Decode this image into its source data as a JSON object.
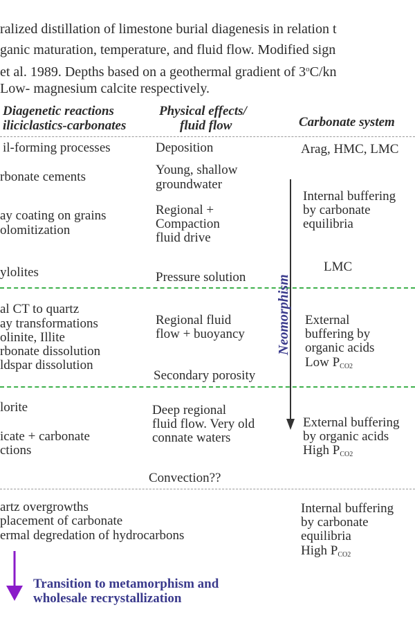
{
  "caption": {
    "line1": "ralized distillation of limestone burial diagenesis in relation t",
    "line2": "ganic maturation, temperature, and fluid flow.  Modified sign",
    "line3a": "et al. 1989. Depths based on a geothermal gradient of 3",
    "line3sup": "o",
    "line3b": "C/kn",
    "line4": "Low- magnesium calcite respectively."
  },
  "headers": {
    "col1_line1": "Diagenetic reactions",
    "col1_line2": "iliciclastics-carbonates",
    "col2_line1": "Physical effects/",
    "col2_line2": "fluid flow",
    "col3": "Carbonate system"
  },
  "col1": {
    "soil": "il-forming processes",
    "carb_cements": "rbonate cements",
    "clay_coating": "ay coating on grains",
    "dolomitization": "olomitization",
    "stylolites": "ylolites",
    "opal": "al CT to quartz",
    "clay_trans": "ay transformations",
    "kaolinite": "olinite, Illite",
    "carb_diss": "rbonate dissolution",
    "feldspar": "ldspar dissolution",
    "chlorite": "lorite",
    "silicate": "icate + carbonate",
    "actions": "ctions",
    "quartz": "artz overgrowths",
    "replacement": "placement of carbonate",
    "thermal": "ermal degredation of hydrocarbons"
  },
  "col2": {
    "deposition": "Deposition",
    "young1": "Young, shallow",
    "young2": "groundwater",
    "regional1": "Regional +",
    "regional2": "Compaction",
    "regional3": "fluid drive",
    "pressure": "Pressure solution",
    "rflow1": "Regional fluid",
    "rflow2": "flow + buoyancy",
    "secondary": "Secondary porosity",
    "deep1": "Deep regional",
    "deep2": "fluid flow. Very old",
    "deep3": "connate waters",
    "convection": "Convection??"
  },
  "col3": {
    "arag": "Arag, HMC, LMC",
    "ib1": "Internal buffering",
    "ib2": "by carbonate",
    "ib3": "equilibria",
    "lmc": "LMC",
    "ext1": "External",
    "ext2": "buffering by",
    "ext3": "organic acids",
    "low": "Low P",
    "low_sub": "CO2",
    "ebuf1": "External buffering",
    "ebuf2": "by organic acids",
    "high": "High P",
    "high_sub": "CO2",
    "ib4": "Internal buffering",
    "ib5": "by carbonate",
    "ib6": "equilibria",
    "high2": "High P",
    "high2_sub": "CO2"
  },
  "neomorphism": "Neomorphism",
  "transition": {
    "line1": "Transition to metamorphism and",
    "line2": "wholesale recrystallization"
  },
  "colors": {
    "green_dash": "#3db04b",
    "purple_arrow": "#8a1bc9",
    "blue_text": "#3a3a8c"
  }
}
